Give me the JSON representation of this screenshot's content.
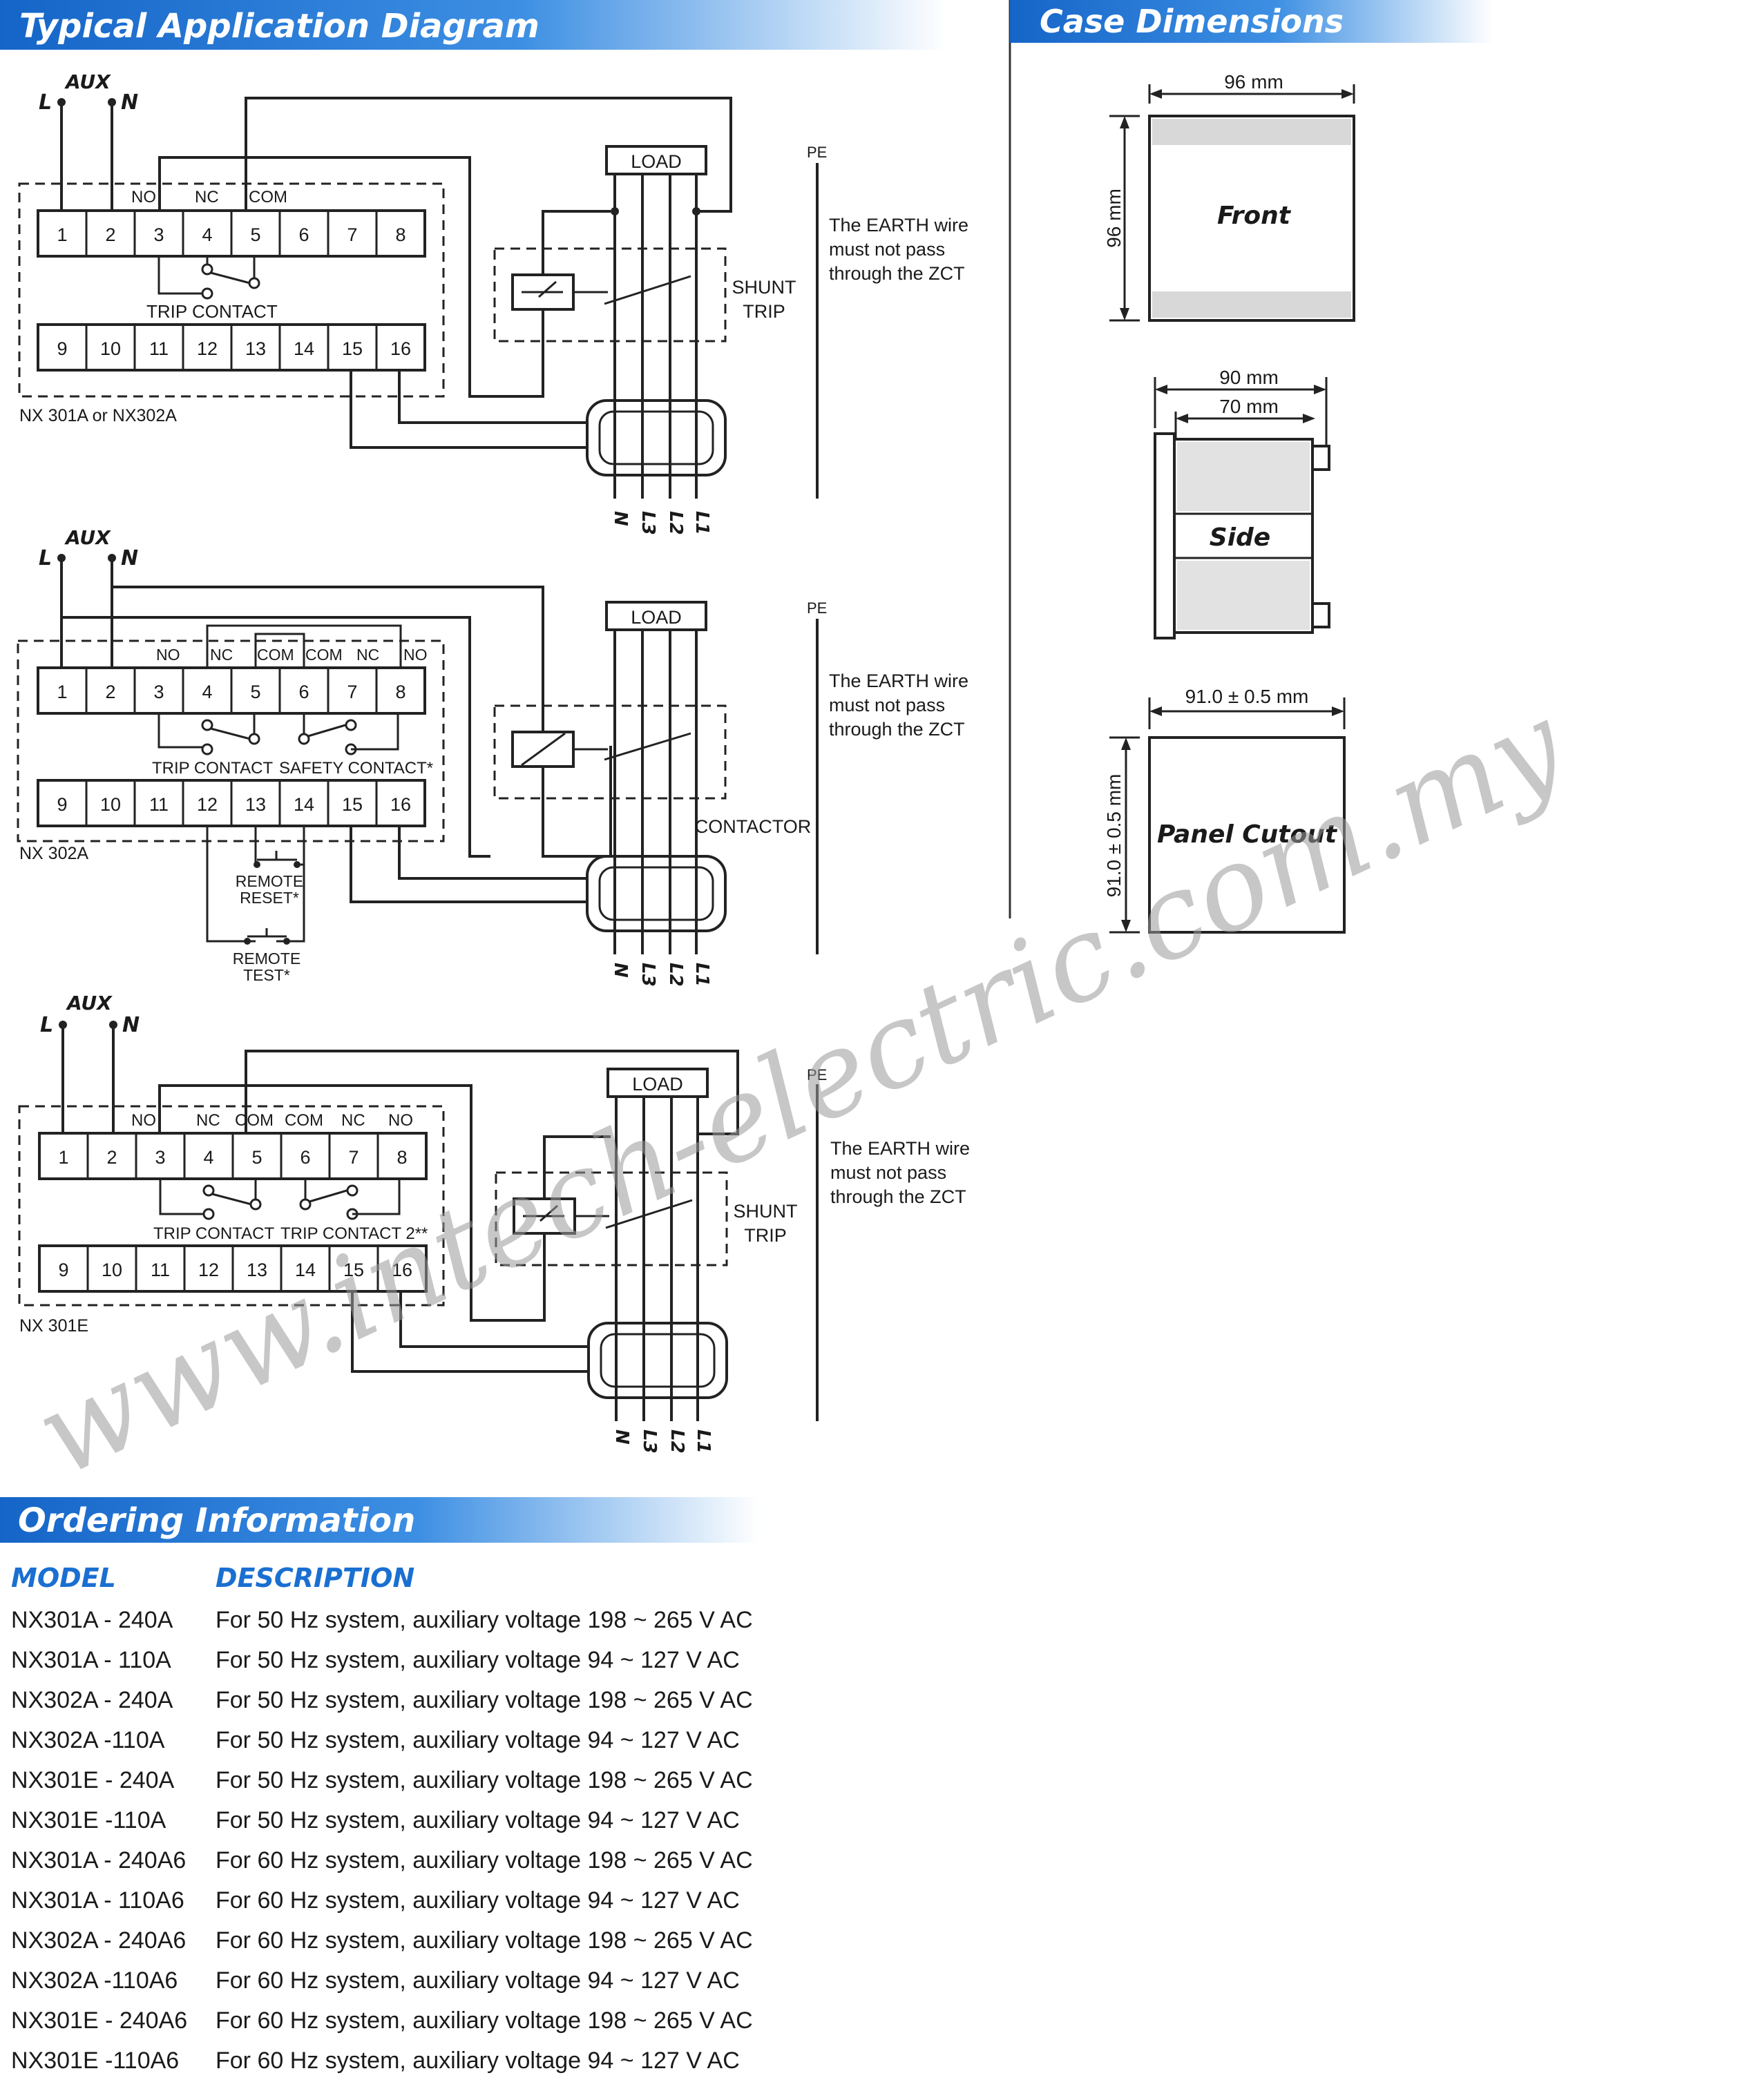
{
  "headers": {
    "typical": "Typical Application Diagram",
    "case": "Case Dimensions",
    "ordering": "Ordering Information"
  },
  "diagram1": {
    "aux": "AUX",
    "l": "L",
    "n": "N",
    "top_labels": [
      "NO",
      "NC",
      "COM"
    ],
    "row1": [
      "1",
      "2",
      "3",
      "4",
      "5",
      "6",
      "7",
      "8"
    ],
    "row2": [
      "9",
      "10",
      "11",
      "12",
      "13",
      "14",
      "15",
      "16"
    ],
    "contact": "TRIP CONTACT",
    "model": "NX 301A or  NX302A",
    "load": "LOAD",
    "device": [
      "SHUNT",
      "TRIP"
    ],
    "pe": "PE",
    "earth": [
      "The EARTH wire",
      "must not pass",
      "through the ZCT"
    ],
    "phases": [
      "N",
      "L3",
      "L2",
      "L1"
    ]
  },
  "diagram2": {
    "aux": "AUX",
    "l": "L",
    "n": "N",
    "top_labels": [
      "NO",
      "NC",
      "COM",
      "COM",
      "NC",
      "NO"
    ],
    "row1": [
      "1",
      "2",
      "3",
      "4",
      "5",
      "6",
      "7",
      "8"
    ],
    "row2": [
      "9",
      "10",
      "11",
      "12",
      "13",
      "14",
      "15",
      "16"
    ],
    "contact1": "TRIP CONTACT",
    "contact2": "SAFETY CONTACT*",
    "model": "NX 302A",
    "load": "LOAD",
    "device": "CONTACTOR",
    "pe": "PE",
    "earth": [
      "The EARTH wire",
      "must not pass",
      "through the ZCT"
    ],
    "reset": [
      "REMOTE",
      "RESET*"
    ],
    "test": [
      "REMOTE",
      "TEST*"
    ],
    "phases": [
      "N",
      "L3",
      "L2",
      "L1"
    ]
  },
  "diagram3": {
    "aux": "AUX",
    "l": "L",
    "n": "N",
    "top_labels": [
      "NO",
      "NC",
      "COM",
      "COM",
      "NC",
      "NO"
    ],
    "row1": [
      "1",
      "2",
      "3",
      "4",
      "5",
      "6",
      "7",
      "8"
    ],
    "row2": [
      "9",
      "10",
      "11",
      "12",
      "13",
      "14",
      "15",
      "16"
    ],
    "contact1": "TRIP CONTACT",
    "contact2": "TRIP CONTACT 2**",
    "model": "NX 301E",
    "load": "LOAD",
    "device": [
      "SHUNT",
      "TRIP"
    ],
    "pe": "PE",
    "earth": [
      "The EARTH wire",
      "must not pass",
      "through the ZCT"
    ],
    "phases": [
      "N",
      "L3",
      "L2",
      "L1"
    ]
  },
  "case": {
    "front_width": "96 mm",
    "front_height": "96 mm",
    "front_label": "Front",
    "side_width1": "90 mm",
    "side_width2": "70 mm",
    "side_label": "Side",
    "cutout_width": "91.0 ± 0.5 mm",
    "cutout_height": "91.0 ± 0.5 mm",
    "cutout_label": "Panel Cutout"
  },
  "ordering": {
    "col_model": "MODEL",
    "col_desc": "DESCRIPTION",
    "rows": [
      {
        "model": "NX301A - 240A",
        "desc": "For 50 Hz system, auxiliary voltage 198 ~ 265 V AC"
      },
      {
        "model": "NX301A - 110A",
        "desc": "For 50 Hz system, auxiliary voltage 94 ~ 127 V AC"
      },
      {
        "model": "NX302A - 240A",
        "desc": "For 50 Hz system, auxiliary voltage 198 ~ 265 V AC"
      },
      {
        "model": "NX302A -110A",
        "desc": "For 50 Hz system, auxiliary voltage 94 ~ 127 V AC"
      },
      {
        "model": "NX301E - 240A",
        "desc": "For 50 Hz system, auxiliary voltage 198 ~ 265 V AC"
      },
      {
        "model": "NX301E -110A",
        "desc": "For 50 Hz system, auxiliary voltage 94 ~ 127 V AC"
      },
      {
        "model": "NX301A - 240A6",
        "desc": "For 60 Hz system, auxiliary voltage 198 ~ 265 V AC"
      },
      {
        "model": "NX301A - 110A6",
        "desc": "For 60 Hz system, auxiliary voltage 94 ~ 127 V AC"
      },
      {
        "model": "NX302A - 240A6",
        "desc": "For 60 Hz system, auxiliary voltage 198 ~ 265 V AC"
      },
      {
        "model": "NX302A -110A6",
        "desc": "For 60 Hz system, auxiliary voltage 94 ~ 127 V AC"
      },
      {
        "model": "NX301E - 240A6",
        "desc": "For 60 Hz system, auxiliary voltage 198 ~ 265 V AC"
      },
      {
        "model": "NX301E -110A6",
        "desc": "For 60 Hz system, auxiliary voltage 94 ~ 127 V AC"
      }
    ]
  },
  "watermark": "www.intech-electric.com.my"
}
